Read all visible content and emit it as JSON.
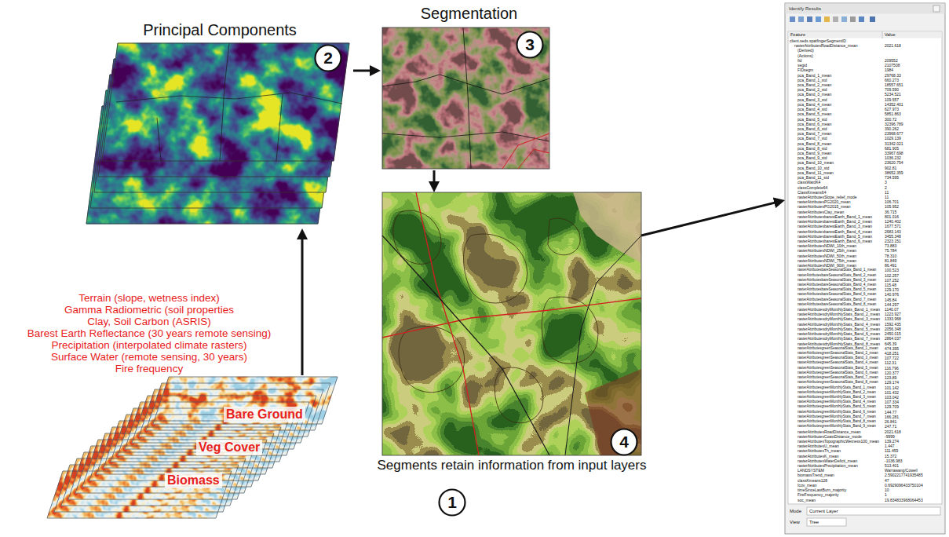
{
  "diagram": {
    "nodes": [
      {
        "text": [
          "Principal Components"
        ]
      },
      {
        "text": [
          "2"
        ],
        "in": 0
      },
      {
        "text": [
          "Segmentation"
        ]
      },
      {
        "text": [
          "3"
        ],
        "in": 2
      },
      {
        "text": [
          "Identify Results",
          "Feature",
          "Value",
          "client.seds.spatfingerSegmentID",
          "rasterAttributesRoadDistance_mean",
          "2021.618",
          "(Derived)",
          "(Actions)",
          "fid",
          "209552",
          "segid",
          "2107508",
          "FIDsegm",
          "1984",
          "pca_Band_1_mean",
          "29768.33",
          "pca_Band_1_std",
          "660.273",
          "pca_Band_2_mean",
          "18557.651",
          "pca_Band_2_std",
          "709.590",
          "pca_Band_3_mean",
          "5234.521",
          "pca_Band_3_std",
          "109.557",
          "pca_Band_4_mean",
          "14352.401",
          "pca_Band_4_std",
          "627.973",
          "pca_Band_5_mean",
          "5851.863",
          "pca_Band_5_std",
          "300.72",
          "pca_Band_6_mean",
          "32396.789",
          "pca_Band_6_std",
          "390.262",
          "pca_Band_7_mean",
          "23968.677",
          "pca_Band_7_std",
          "1029.139",
          "pca_Band_8_mean",
          "31342.021",
          "pca_Band_8_std",
          "681.905",
          "pca_Band_9_mean",
          "33967.698",
          "pca_Band_9_std",
          "1036.232",
          "pca_Band_10_mean",
          "23620.754",
          "pca_Band_10_std",
          "902.81",
          "pca_Band_11_mean",
          "38652.359",
          "pca_Band_11_std",
          "734.595",
          "classWardK4",
          "3",
          "classComplete64",
          "2",
          "ClassKmeans64",
          "11",
          "rasterAttributesSlope_relief_mode",
          "11",
          "rasterAttributesPG2020_mean",
          "106.701",
          "rasterAttributesPG2015_mean",
          "105.952",
          "rasterAttributesClay_mean",
          "36.715",
          "rasterAttributesbarestEarth_Band_1_mean",
          "801.016",
          "rasterAttributesbarestEarth_Band_2_mean",
          "1240.402",
          "rasterAttributesbarestEarth_Band_3_mean",
          "1677.571",
          "rasterAttributesbarestEarth_Band_4_mean",
          "2683.143",
          "rasterAttributesbarestEarth_Band_5_mean",
          "3455.348",
          "rasterAttributesbarestEarth_Band_6_mean",
          "2323.151",
          "rasterAttributesNDWI_10th_mean",
          "73.883",
          "rasterAttributesNDWI_25th_mean",
          "75.784",
          "rasterAttributesNDWI_50th_mean",
          "78.310",
          "rasterAttributesNDWI_75th_mean",
          "81.849",
          "rasterAttributesNDWI_90th_mean",
          "86.491",
          "rasterAttributesbareSeasonalStats_Band_1_mean",
          "100.523",
          "rasterAttributesbareSeasonalStats_Band_2_mean",
          "102.257",
          "rasterAttributesbareSeasonalStats_Band_3_mean",
          "107.252",
          "rasterAttributesbareSeasonalStats_Band_4_mean",
          "115.48",
          "rasterAttributesbareSeasonalStats_Band_5_mean",
          "129.170",
          "rasterAttributesbareSeasonalStats_Band_6_mean",
          "140.976",
          "rasterAttributesbareSeasonalStats_Band_7_mean",
          "145.84",
          "rasterAttributesbareSeasonalStats_Band_8_mean",
          "144.297",
          "rasterAttributesdryMonthlyStats_Band_1_mean",
          "1140.07",
          "rasterAttributesdryMonthlyStats_Band_2_mean",
          "1223.927",
          "rasterAttributesdryMonthlyStats_Band_3_mean",
          "1333.968",
          "rasterAttributesdryMonthlyStats_Band_4_mean",
          "1592.435",
          "rasterAttributesdryMonthlyStats_Band_5_mean",
          "2056.348",
          "rasterAttributesdryMonthlyStats_Band_6_mean",
          "2450.015",
          "rasterAttributesdryMonthlyStats_Band_7_mean",
          "2864.037",
          "rasterAttributesdryMonthlyStats_Band_8_mean",
          "645.39",
          "rasterAttributesgreenSeasonalStats_Band_1_mean",
          "474.395",
          "rasterAttributesgreenSeasonalStats_Band_2_mean",
          "418.251",
          "rasterAttributesgreenSeasonalStats_Band_3_mean",
          "107.722",
          "rasterAttributesgreenSeasonalStats_Band_4_mean",
          "112.31",
          "rasterAttributesgreenSeasonalStats_Band_5_mean",
          "116.796",
          "rasterAttributesgreenSeasonalStats_Band_6_mean",
          "120.377",
          "rasterAttributesgreenSeasonalStats_Band_7_mean",
          "123.89",
          "rasterAttributesgreenSeasonalStats_Band_8_mean",
          "129.174",
          "rasterAttributesgreenMonthlyStats_Band_1_mean",
          "101.142",
          "rasterAttributesgreenMonthlyStats_Band_2_mean",
          "101.432",
          "rasterAttributesgreenMonthlyStats_Band_3_mean",
          "103.042",
          "rasterAttributesgreenMonthlyStats_Band_4_mean",
          "107.334",
          "rasterAttributesgreenMonthlyStats_Band_5_mean",
          "129.709",
          "rasterAttributesgreenMonthlyStats_Band_6_mean",
          "144.77",
          "rasterAttributesgreenMonthlyStats_Band_7_mean",
          "166.281",
          "rasterAttributesgreenMonthlyStats_Band_8_mean",
          "26.841",
          "rasterAttributesgreenMonthlyStats_Band_9_mean",
          "247.71",
          "rasterAttributesRoadDistance_mean",
          "2021.618",
          "rasterAttributesCoastDistance_mode",
          "-9999",
          "rasterAttributesTopographicWetness100_mean",
          "139.274",
          "rasterAttributesU_mean",
          "1.447",
          "rasterAttributesTh_mean",
          "111.459",
          "rasterAttributesK_mean",
          "15.372",
          "rasterAttributesWaterDeficit_mean",
          "-1036.983",
          "rasterAttributesPrecipitation_mean",
          "513.401",
          "LANDSYSTEM",
          "Warrawang/Cowell",
          "biomassTrend_mean",
          "2.5902217741935485",
          "classKmeans128",
          "47",
          "fcov_mean",
          "0.6929096433750104",
          "timeSinceLastBurn_majority",
          "10",
          "FireFrequency_majority",
          "1",
          "soc_mean",
          "19.834833968064453",
          "Mode",
          "Current Layer",
          "View",
          "Tree"
        ]
      },
      {
        "text": [
          "Bare Ground",
          "Veg Cover",
          "Biomass"
        ]
      },
      {
        "text": [
          "1"
        ]
      },
      {
        "text": [
          "Segments retain information from input layers"
        ]
      },
      {
        "text": [
          "4"
        ],
        "in": 7
      }
    ],
    "edges": [
      {
        "from": 5,
        "to": 0,
        "arrow": "to"
      },
      {
        "from": 0,
        "to": 2,
        "arrow": "to"
      },
      {
        "from": 2,
        "to": 7,
        "arrow": "to"
      },
      {
        "from": 7,
        "to": 4,
        "arrow": "to"
      }
    ],
    "labels": [
      "Terrain (slope, wetness index)",
      "Gamma Radiometric (soil properties",
      "Clay, Soil Carbon (ASRIS)",
      "Barest Earth Reflectance (30 years remote sensing)",
      "Precipitation (interpolated climate rasters)",
      "Surface Water (remote sensing, 30 years)",
      "Fire frequency"
    ]
  }
}
